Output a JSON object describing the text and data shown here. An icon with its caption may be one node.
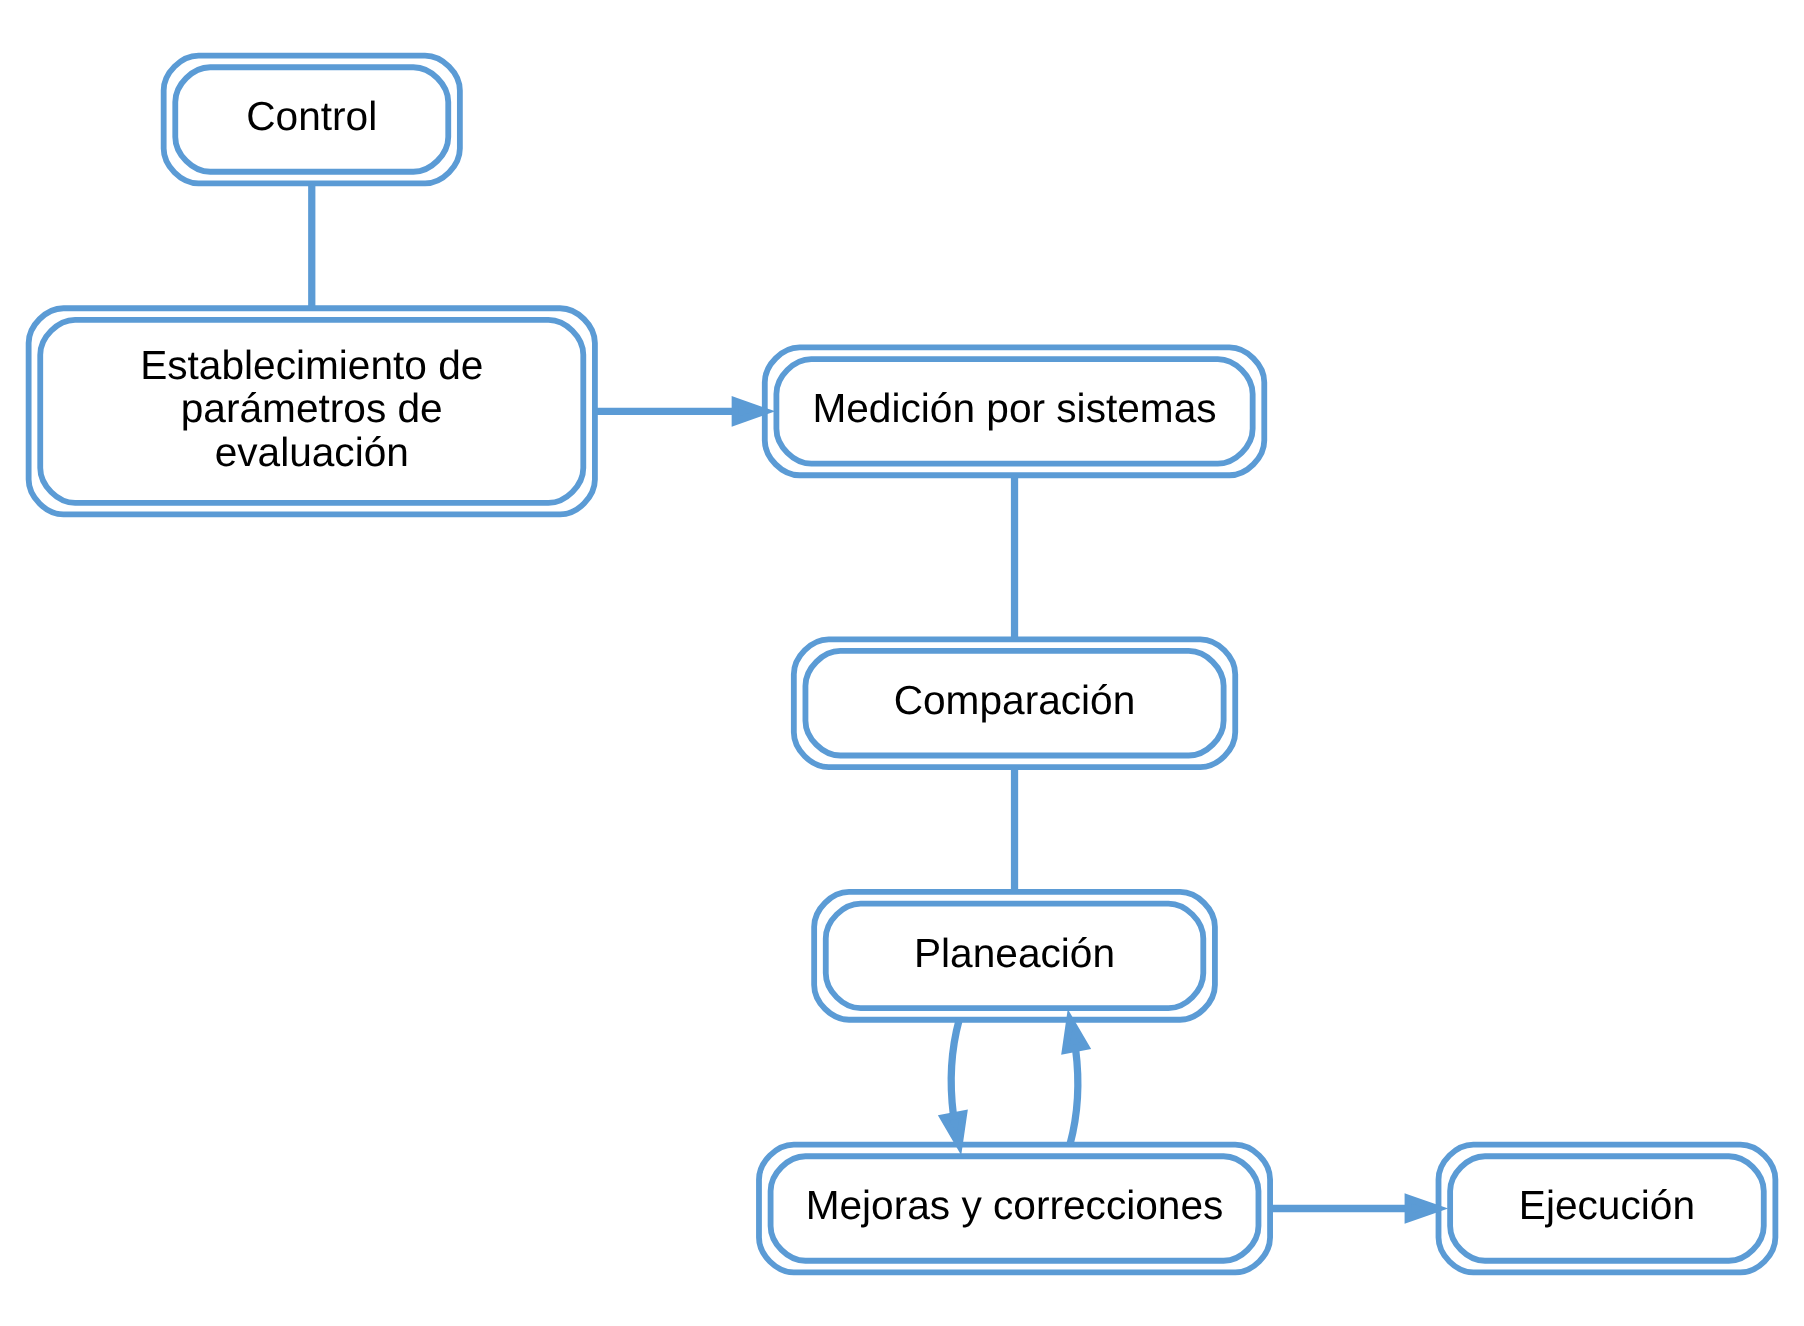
{
  "diagram": {
    "nodes": [
      {
        "text": [
          "Control"
        ]
      },
      {
        "text": [
          "Establecimiento de parámetros de evaluación"
        ]
      },
      {
        "text": [
          "Medición por sistemas"
        ]
      },
      {
        "text": [
          "Comparación"
        ]
      },
      {
        "text": [
          "Planeación"
        ]
      },
      {
        "text": [
          "Mejoras y correcciones"
        ]
      },
      {
        "text": [
          "Ejecución"
        ]
      }
    ],
    "edges": [
      {
        "from": 0,
        "to": 1,
        "arrow": "none"
      },
      {
        "from": 1,
        "to": 2,
        "arrow": "to"
      },
      {
        "from": 2,
        "to": 3,
        "arrow": "none"
      },
      {
        "from": 3,
        "to": 4,
        "arrow": "none"
      },
      {
        "from": 4,
        "to": 5,
        "arrow": "to"
      },
      {
        "from": 5,
        "to": 4,
        "arrow": "to"
      },
      {
        "from": 5,
        "to": 6,
        "arrow": "to"
      }
    ]
  }
}
